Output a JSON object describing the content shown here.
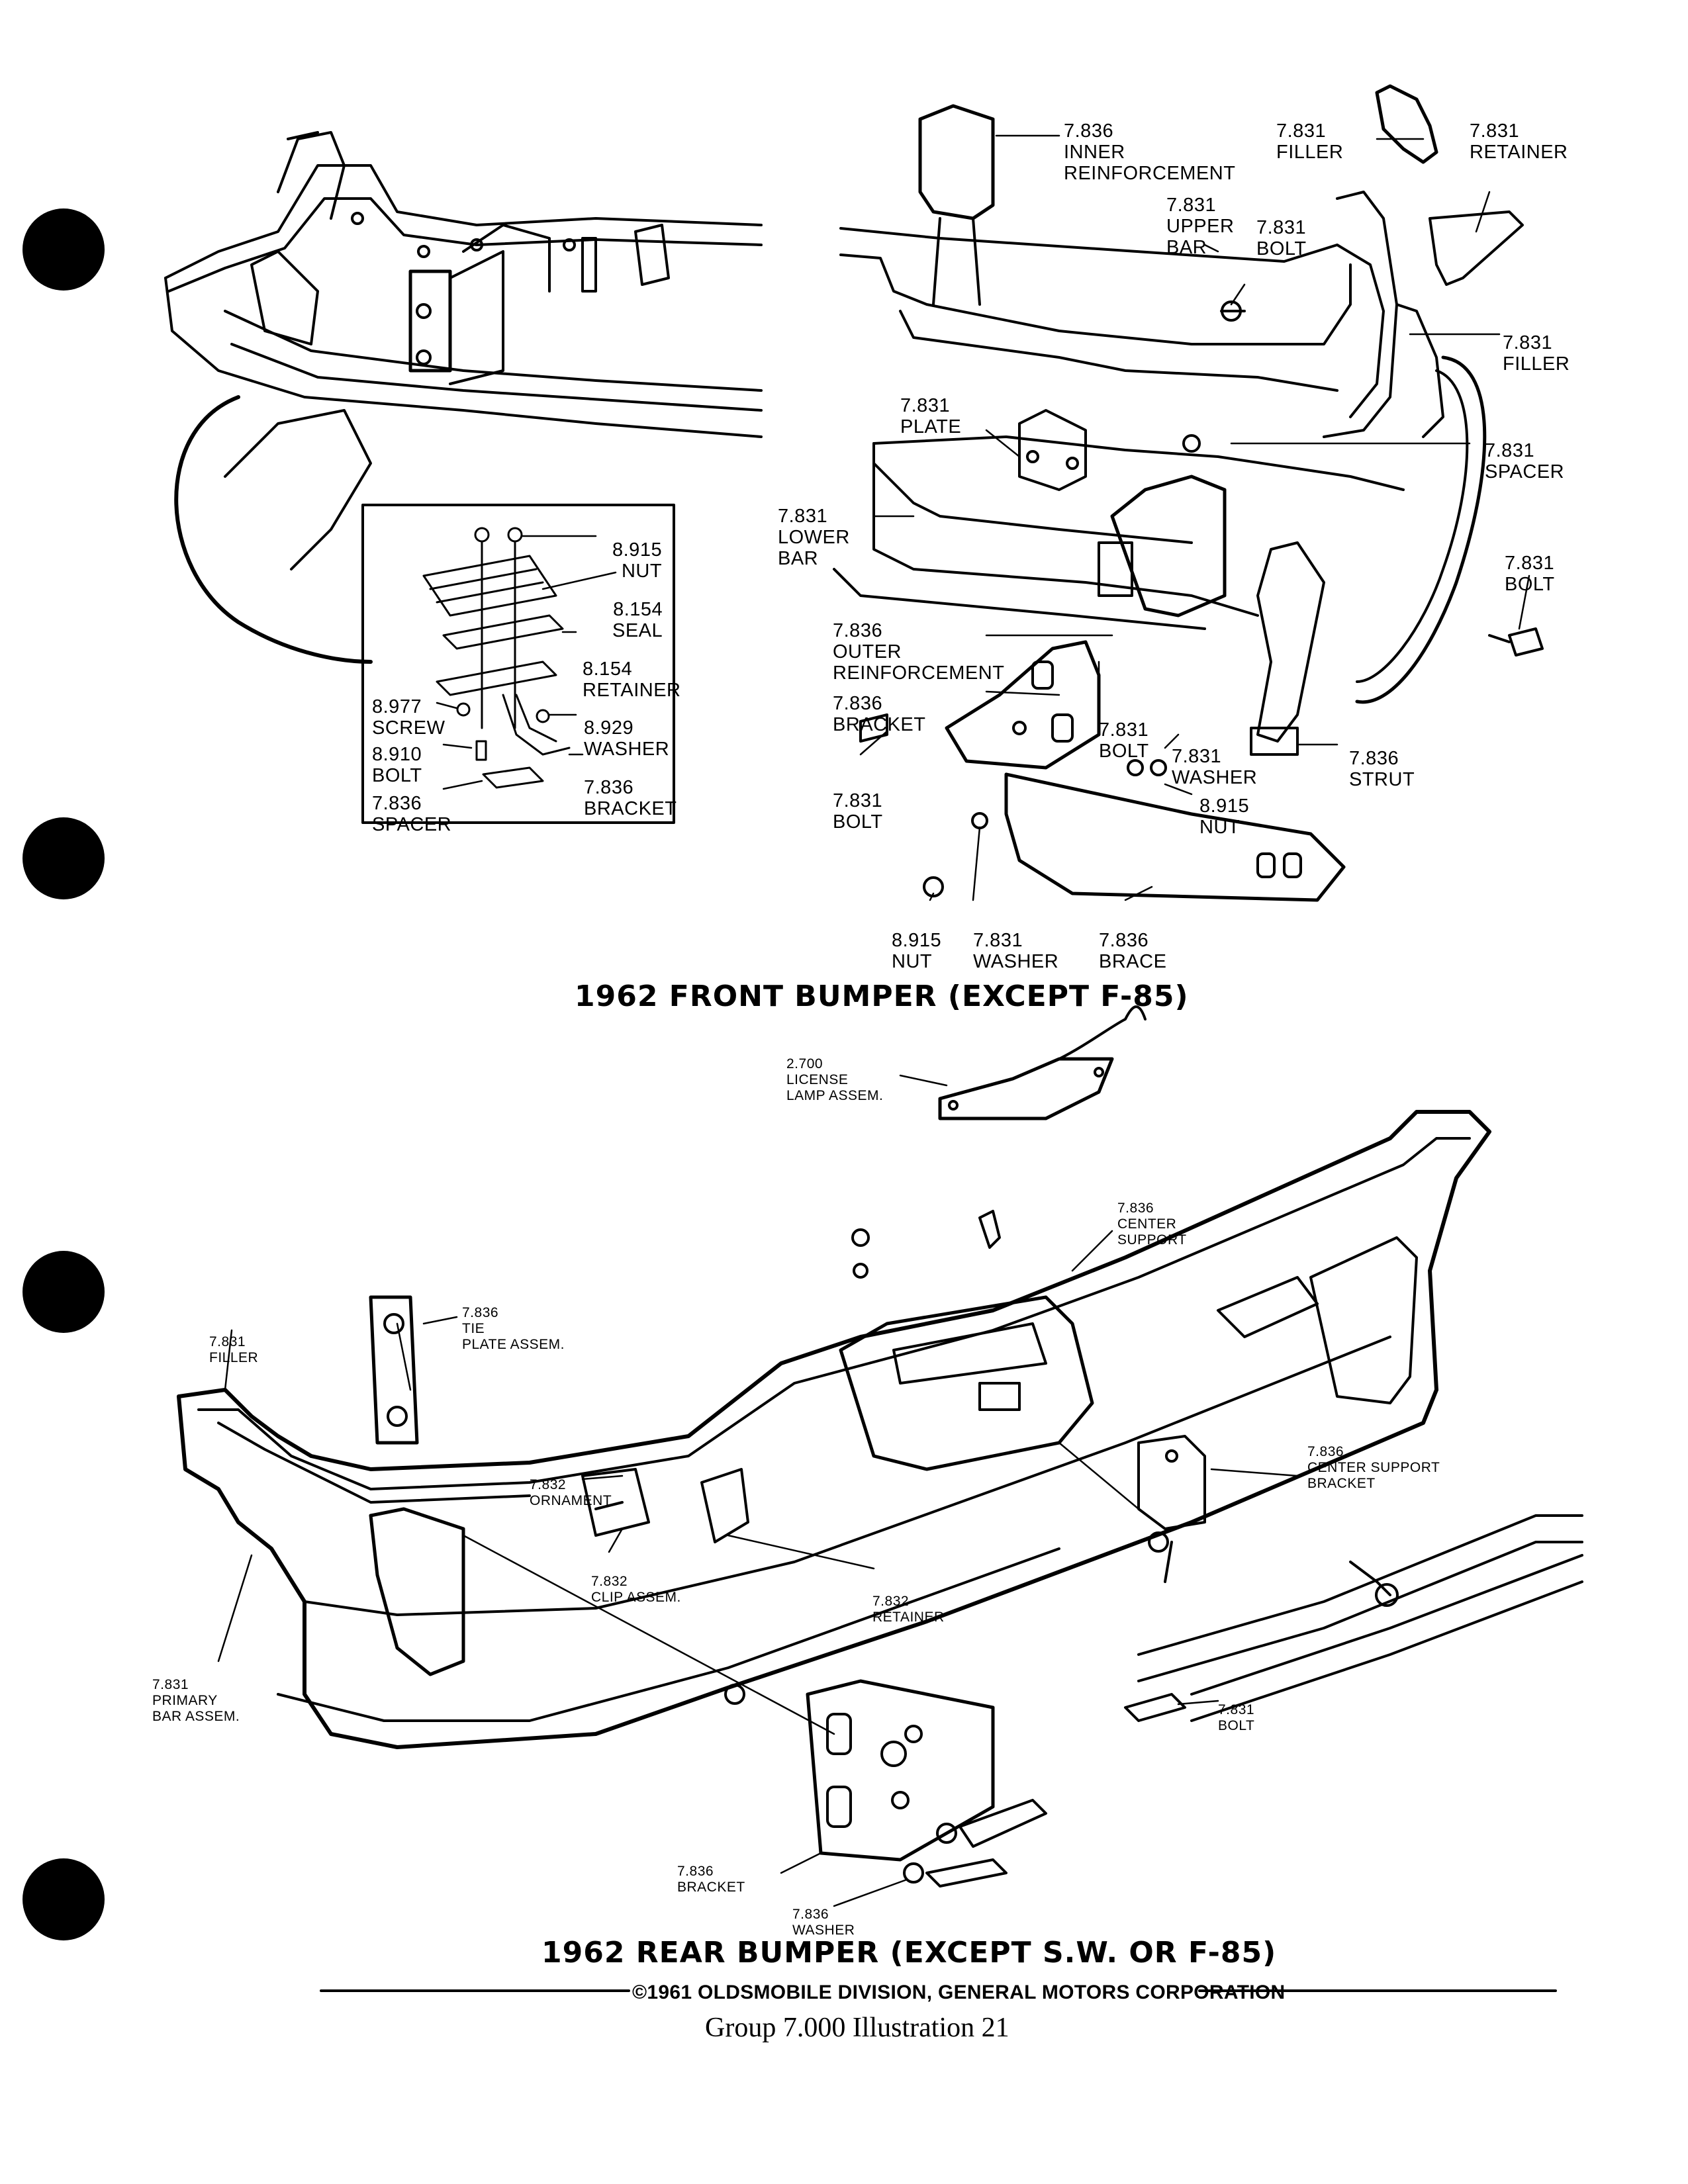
{
  "front": {
    "title": "1962 FRONT BUMPER (EXCEPT F-85)",
    "labels": [
      {
        "id": "inner-reinforcement",
        "num": "7.836",
        "text": "INNER\nREINFORCEMENT"
      },
      {
        "id": "filler-top",
        "num": "7.831",
        "text": "FILLER"
      },
      {
        "id": "retainer-top",
        "num": "7.831",
        "text": "RETAINER"
      },
      {
        "id": "upper-bar",
        "num": "7.831",
        "text": "UPPER\nBAR"
      },
      {
        "id": "bolt-top",
        "num": "7.831",
        "text": "BOLT"
      },
      {
        "id": "filler-right",
        "num": "7.831",
        "text": "FILLER"
      },
      {
        "id": "plate",
        "num": "7.831",
        "text": "PLATE"
      },
      {
        "id": "spacer-right",
        "num": "7.831",
        "text": "SPACER"
      },
      {
        "id": "lower-bar",
        "num": "7.831",
        "text": "LOWER\nBAR"
      },
      {
        "id": "bolt-right",
        "num": "7.831",
        "text": "BOLT"
      },
      {
        "id": "outer-reinforcement",
        "num": "7.836",
        "text": "OUTER\nREINFORCEMENT"
      },
      {
        "id": "bracket-center",
        "num": "7.836",
        "text": "BRACKET"
      },
      {
        "id": "bolt-center",
        "num": "7.831",
        "text": "BOLT"
      },
      {
        "id": "washer-center",
        "num": "7.831",
        "text": "WASHER"
      },
      {
        "id": "strut",
        "num": "7.836",
        "text": "STRUT"
      },
      {
        "id": "bolt-left",
        "num": "7.831",
        "text": "BOLT"
      },
      {
        "id": "nut-center",
        "num": "8.915",
        "text": "NUT"
      },
      {
        "id": "nut-bottom",
        "num": "8.915",
        "text": "NUT"
      },
      {
        "id": "washer-bottom",
        "num": "7.831",
        "text": "WASHER"
      },
      {
        "id": "brace",
        "num": "7.836",
        "text": "BRACE"
      }
    ],
    "inset_labels": [
      {
        "id": "inset-nut",
        "num": "8.915",
        "text": "NUT"
      },
      {
        "id": "inset-seal",
        "num": "8.154",
        "text": "SEAL"
      },
      {
        "id": "inset-retainer",
        "num": "8.154",
        "text": "RETAINER"
      },
      {
        "id": "inset-screw",
        "num": "8.977",
        "text": "SCREW"
      },
      {
        "id": "inset-washer",
        "num": "8.929",
        "text": "WASHER"
      },
      {
        "id": "inset-bolt",
        "num": "8.910",
        "text": "BOLT"
      },
      {
        "id": "inset-bracket",
        "num": "7.836",
        "text": "BRACKET"
      },
      {
        "id": "inset-spacer",
        "num": "7.836",
        "text": "SPACER"
      }
    ]
  },
  "rear": {
    "title": "1962 REAR BUMPER (EXCEPT S.W. OR F-85)",
    "labels": [
      {
        "id": "license-lamp",
        "num": "2.700",
        "text": "LICENSE\nLAMP ASSEM."
      },
      {
        "id": "center-support",
        "num": "7.836",
        "text": "CENTER\nSUPPORT"
      },
      {
        "id": "tie-plate",
        "num": "7.836",
        "text": "TIE\nPLATE ASSEM."
      },
      {
        "id": "filler",
        "num": "7.831",
        "text": "FILLER"
      },
      {
        "id": "center-support-bracket",
        "num": "7.836",
        "text": "CENTER SUPPORT\nBRACKET"
      },
      {
        "id": "ornament",
        "num": "7.832",
        "text": "ORNAMENT"
      },
      {
        "id": "clip",
        "num": "7.832",
        "text": "CLIP ASSEM."
      },
      {
        "id": "retainer",
        "num": "7.832",
        "text": "RETAINER"
      },
      {
        "id": "primary-bar",
        "num": "7.831",
        "text": "PRIMARY\nBAR ASSEM."
      },
      {
        "id": "bolt",
        "num": "7.831",
        "text": "BOLT"
      },
      {
        "id": "bracket",
        "num": "7.836",
        "text": "BRACKET"
      },
      {
        "id": "washer",
        "num": "7.836",
        "text": "WASHER"
      }
    ]
  },
  "footer": {
    "copyright": "©1961 OLDSMOBILE DIVISION, GENERAL MOTORS CORPORATION",
    "group": "Group  7.000  Illustration 21"
  }
}
